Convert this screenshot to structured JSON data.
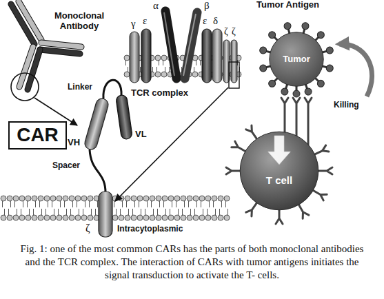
{
  "diagram": {
    "caption": "Fig. 1: one of the most common CARs has the parts of both monoclonal antibodies and the TCR complex. The interaction of CARs with tumor antigens initiates the signal transduction to activate the T- cells.",
    "nodes": [
      {
        "text": [
          "CAR"
        ]
      },
      {
        "text": [
          "Tumor"
        ]
      },
      {
        "text": [
          "T cell"
        ]
      }
    ],
    "labels": [
      "Monoclonal Antibody",
      "Linker",
      "VH",
      "VL",
      "Spacer",
      "ζ",
      "Intracytoplasmic",
      "α",
      "β",
      "γ",
      "ε",
      "ε",
      "δ",
      "ζ",
      "ζ",
      "TCR complex",
      "Tumor Antigen",
      "Killing"
    ]
  }
}
